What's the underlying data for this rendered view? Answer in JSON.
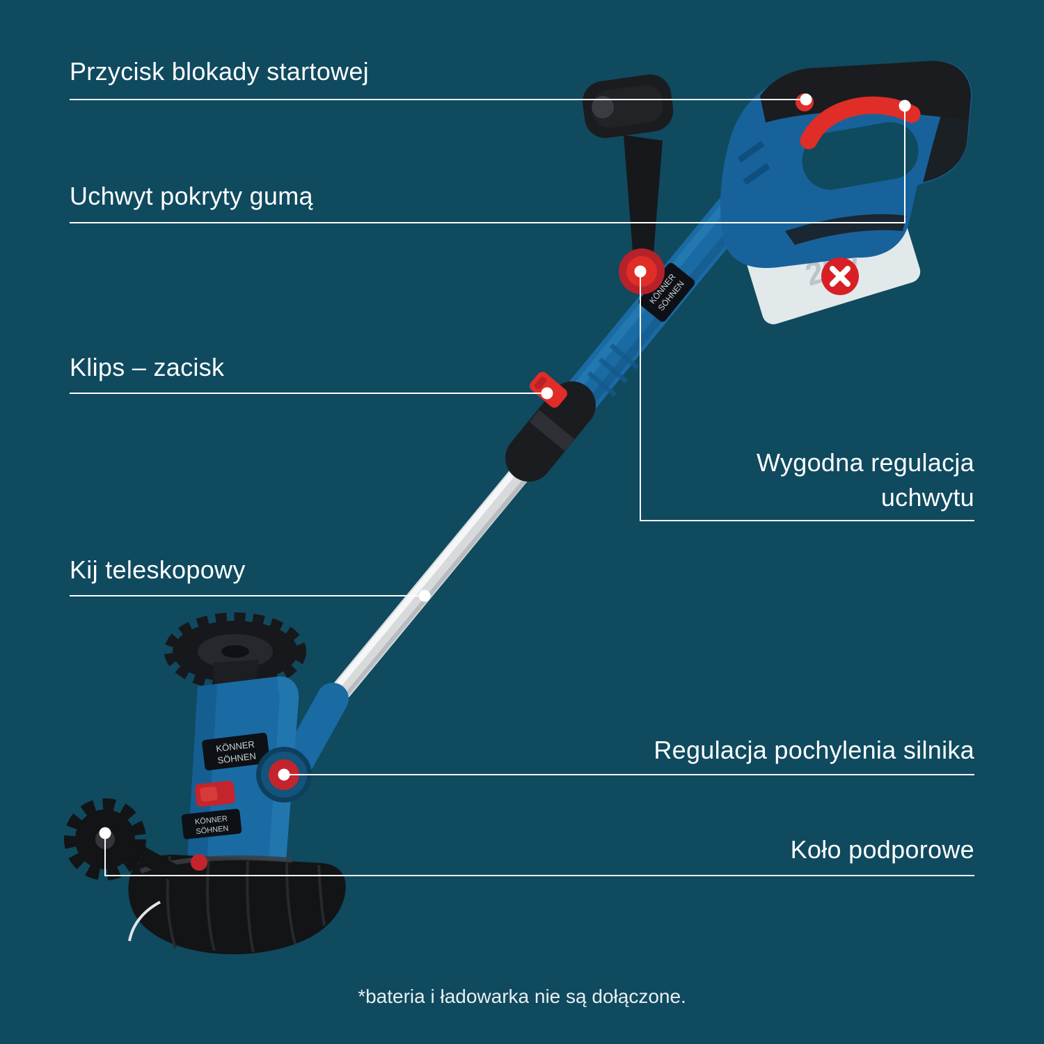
{
  "background": "#0f4a5f",
  "callouts": [
    {
      "id": "start-lock-button",
      "label": "Przycisk blokady startowej"
    },
    {
      "id": "rubber-handle",
      "label": "Uchwyt pokryty gumą"
    },
    {
      "id": "clip-clamp",
      "label": "Klips – zacisk"
    },
    {
      "id": "handle-adjustment",
      "label": "Wygodna regulacja uchwytu"
    },
    {
      "id": "telescopic-pole",
      "label": "Kij teleskopowy"
    },
    {
      "id": "motor-tilt-adjustment",
      "label": "Regulacja pochylenia silnika"
    },
    {
      "id": "support-wheel",
      "label": "Koło podporowe"
    }
  ],
  "product": {
    "battery_text": "20V",
    "brand_line1": "KÖNNER",
    "brand_line2": "SÖHNEN"
  },
  "footnote": "*bateria i ładowarka nie są dołączone.",
  "colors": {
    "background": "#0f4a5f",
    "body_blue": "#1a6ba3",
    "accent_red": "#e02d28",
    "callout_white": "#ffffff"
  }
}
